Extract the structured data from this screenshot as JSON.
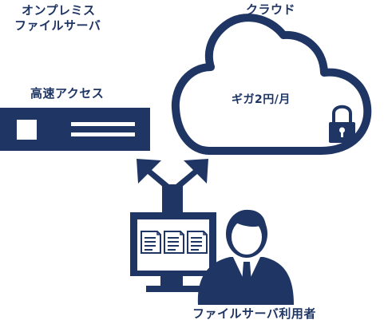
{
  "labels": {
    "onprem_line1": "オンプレミス",
    "onprem_line2": "ファイルサーバ",
    "cloud": "クラウド",
    "fast_access": "高速アクセス",
    "cloud_price": "ギガ2円/月",
    "user": "ファイルサーバ利用者"
  },
  "colors": {
    "primary": "#1f3564",
    "background": "#ffffff"
  },
  "icons": [
    "server-icon",
    "cloud-icon",
    "padlock-icon",
    "double-arrow-icon",
    "monitor-icon",
    "document-icon",
    "person-icon"
  ]
}
